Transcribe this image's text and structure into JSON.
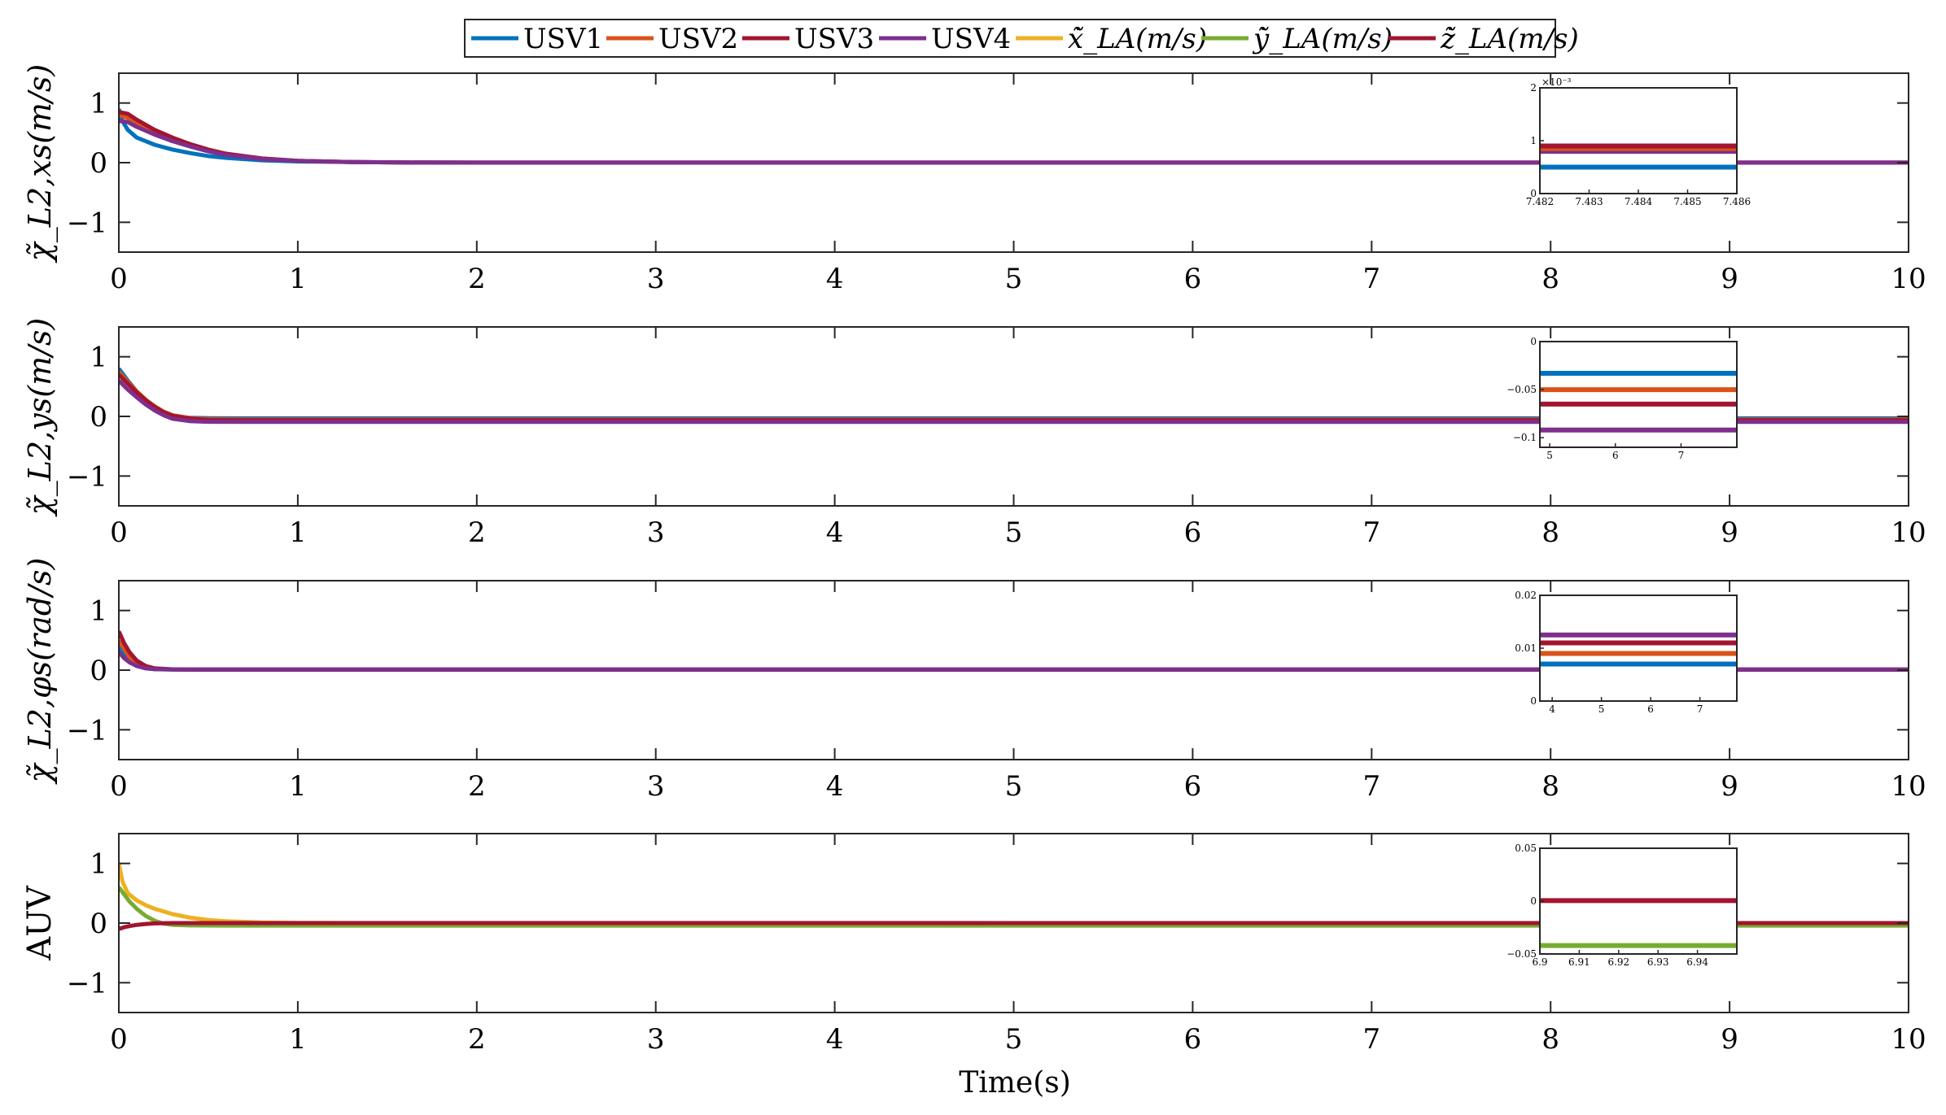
{
  "chart_data": {
    "type": "line",
    "xlabel": "Time(s)",
    "xlim": [
      0,
      10
    ],
    "xticks": [
      "0",
      "1",
      "2",
      "3",
      "4",
      "5",
      "6",
      "7",
      "8",
      "9",
      "10"
    ],
    "legend": {
      "placement": "top-center",
      "entries": [
        {
          "label": "USV1",
          "color": "#0072BD",
          "math": false
        },
        {
          "label": "USV2",
          "color": "#D95319",
          "math": false
        },
        {
          "label": "USV3",
          "color": "#A2142F",
          "math": false
        },
        {
          "label": "USV4",
          "color": "#7E2F8E",
          "math": false
        },
        {
          "label": "x̃̇_LA(m/s)",
          "color": "#EDB120",
          "math": true
        },
        {
          "label": "ỹ̇_LA(m/s)",
          "color": "#77AC30",
          "math": true
        },
        {
          "label": "z̃̇_LA(m/s)",
          "color": "#A2142F",
          "math": true
        }
      ]
    },
    "panels": [
      {
        "ylabel": "χ̃_L2,xs(m/s)",
        "ylim": [
          -1.5,
          1.5
        ],
        "yticks": [
          "1",
          "0",
          "−1"
        ],
        "ytick_values": [
          1,
          0,
          -1
        ],
        "series": [
          {
            "name": "USV1",
            "color": "#0072BD",
            "x": [
              0,
              0.02,
              0.05,
              0.1,
              0.15,
              0.2,
              0.3,
              0.4,
              0.5,
              0.6,
              0.8,
              1.0,
              1.3,
              1.6,
              2.0,
              10
            ],
            "y": [
              0.9,
              0.7,
              0.55,
              0.42,
              0.36,
              0.3,
              0.22,
              0.16,
              0.11,
              0.08,
              0.04,
              0.02,
              0.01,
              0.003,
              0.0005,
              0.0005
            ]
          },
          {
            "name": "USV2",
            "color": "#D95319",
            "x": [
              0,
              0.05,
              0.1,
              0.2,
              0.3,
              0.4,
              0.5,
              0.6,
              0.8,
              1.0,
              1.3,
              1.6,
              2.0,
              10
            ],
            "y": [
              0.8,
              0.75,
              0.65,
              0.5,
              0.38,
              0.28,
              0.2,
              0.14,
              0.07,
              0.03,
              0.01,
              0.003,
              0.0009,
              0.0009
            ]
          },
          {
            "name": "USV3",
            "color": "#A2142F",
            "x": [
              0,
              0.05,
              0.1,
              0.2,
              0.3,
              0.4,
              0.5,
              0.6,
              0.8,
              1.0,
              1.3,
              1.6,
              2.0,
              10
            ],
            "y": [
              0.85,
              0.82,
              0.72,
              0.55,
              0.42,
              0.31,
              0.22,
              0.15,
              0.07,
              0.03,
              0.01,
              0.003,
              0.0009,
              0.0009
            ]
          },
          {
            "name": "USV4",
            "color": "#7E2F8E",
            "x": [
              0,
              0.05,
              0.1,
              0.2,
              0.3,
              0.4,
              0.5,
              0.6,
              0.8,
              1.0,
              1.3,
              1.6,
              2.0,
              10
            ],
            "y": [
              0.7,
              0.68,
              0.6,
              0.47,
              0.36,
              0.27,
              0.19,
              0.13,
              0.06,
              0.03,
              0.01,
              0.003,
              0.0008,
              0.0008
            ]
          }
        ],
        "inset": {
          "xlim": [
            7.482,
            7.486
          ],
          "ylim": [
            0,
            2
          ],
          "xticks": [
            "7.482",
            "7.483",
            "7.484",
            "7.485",
            "7.486"
          ],
          "yticks": [
            "2",
            "1",
            "0"
          ],
          "ytick_values": [
            2,
            1,
            0
          ],
          "exponent": "×10⁻³",
          "lines": [
            {
              "color": "#0072BD",
              "y": 0.5
            },
            {
              "color": "#7E2F8E",
              "y": 0.8
            },
            {
              "color": "#D95319",
              "y": 0.85
            },
            {
              "color": "#A2142F",
              "y": 0.9
            }
          ]
        }
      },
      {
        "ylabel": "χ̃_L2,ys(m/s)",
        "ylim": [
          -1.5,
          1.5
        ],
        "yticks": [
          "1",
          "0",
          "−1"
        ],
        "ytick_values": [
          1,
          0,
          -1
        ],
        "series": [
          {
            "name": "USV1",
            "color": "#0072BD",
            "x": [
              0,
              0.05,
              0.1,
              0.15,
              0.2,
              0.25,
              0.3,
              0.4,
              0.5,
              0.7,
              10
            ],
            "y": [
              0.8,
              0.6,
              0.42,
              0.28,
              0.16,
              0.07,
              0.01,
              -0.025,
              -0.03,
              -0.033,
              -0.033
            ]
          },
          {
            "name": "USV2",
            "color": "#D95319",
            "x": [
              0,
              0.05,
              0.1,
              0.15,
              0.2,
              0.25,
              0.3,
              0.4,
              0.5,
              0.7,
              10
            ],
            "y": [
              0.75,
              0.58,
              0.42,
              0.28,
              0.17,
              0.08,
              0.02,
              -0.03,
              -0.045,
              -0.05,
              -0.05
            ]
          },
          {
            "name": "USV3",
            "color": "#A2142F",
            "x": [
              0,
              0.05,
              0.1,
              0.15,
              0.2,
              0.25,
              0.3,
              0.4,
              0.5,
              0.7,
              10
            ],
            "y": [
              0.7,
              0.55,
              0.4,
              0.27,
              0.16,
              0.07,
              0.01,
              -0.04,
              -0.06,
              -0.065,
              -0.065
            ]
          },
          {
            "name": "USV4",
            "color": "#7E2F8E",
            "x": [
              0,
              0.05,
              0.1,
              0.15,
              0.2,
              0.25,
              0.3,
              0.4,
              0.5,
              0.7,
              10
            ],
            "y": [
              0.6,
              0.45,
              0.32,
              0.2,
              0.1,
              0.02,
              -0.04,
              -0.08,
              -0.09,
              -0.092,
              -0.092
            ]
          }
        ],
        "inset": {
          "xlim": [
            4.85,
            7.85
          ],
          "ylim": [
            -0.11,
            0
          ],
          "xticks": [
            "5",
            "6",
            "7"
          ],
          "xtick_values": [
            5,
            6,
            7
          ],
          "yticks": [
            "0",
            "−0.05",
            "−0.1"
          ],
          "ytick_values": [
            0,
            -0.05,
            -0.1
          ],
          "lines": [
            {
              "color": "#0072BD",
              "y": -0.033
            },
            {
              "color": "#D95319",
              "y": -0.05
            },
            {
              "color": "#A2142F",
              "y": -0.065
            },
            {
              "color": "#7E2F8E",
              "y": -0.092
            }
          ]
        }
      },
      {
        "ylabel": "χ̃_L2,φs(rad/s)",
        "ylim": [
          -1.5,
          1.5
        ],
        "yticks": [
          "1",
          "0",
          "−1"
        ],
        "ytick_values": [
          1,
          0,
          -1
        ],
        "series": [
          {
            "name": "USV1",
            "color": "#0072BD",
            "x": [
              0,
              0.03,
              0.06,
              0.1,
              0.15,
              0.2,
              0.3,
              0.4,
              10
            ],
            "y": [
              0.4,
              0.25,
              0.15,
              0.08,
              0.03,
              0.015,
              0.008,
              0.007,
              0.007
            ]
          },
          {
            "name": "USV2",
            "color": "#D95319",
            "x": [
              0,
              0.03,
              0.06,
              0.1,
              0.15,
              0.2,
              0.3,
              0.4,
              10
            ],
            "y": [
              0.5,
              0.35,
              0.22,
              0.12,
              0.05,
              0.02,
              0.01,
              0.009,
              0.009
            ]
          },
          {
            "name": "USV3",
            "color": "#A2142F",
            "x": [
              0,
              0.03,
              0.06,
              0.1,
              0.15,
              0.2,
              0.3,
              0.4,
              10
            ],
            "y": [
              0.65,
              0.45,
              0.3,
              0.16,
              0.07,
              0.03,
              0.013,
              0.011,
              0.011
            ]
          },
          {
            "name": "USV4",
            "color": "#7E2F8E",
            "x": [
              0,
              0.03,
              0.06,
              0.1,
              0.15,
              0.2,
              0.3,
              0.4,
              10
            ],
            "y": [
              0.3,
              0.2,
              0.13,
              0.07,
              0.03,
              0.016,
              0.013,
              0.0125,
              0.0125
            ]
          }
        ],
        "inset": {
          "xlim": [
            3.75,
            7.75
          ],
          "ylim": [
            0,
            0.02
          ],
          "xticks": [
            "4",
            "5",
            "6",
            "7"
          ],
          "xtick_values": [
            4,
            5,
            6,
            7
          ],
          "yticks": [
            "0.02",
            "0.01",
            "0"
          ],
          "ytick_values": [
            0.02,
            0.01,
            0
          ],
          "lines": [
            {
              "color": "#0072BD",
              "y": 0.007
            },
            {
              "color": "#D95319",
              "y": 0.009
            },
            {
              "color": "#A2142F",
              "y": 0.011
            },
            {
              "color": "#7E2F8E",
              "y": 0.0125
            }
          ]
        }
      },
      {
        "ylabel": "AUV",
        "ylim": [
          -1.5,
          1.5
        ],
        "yticks": [
          "1",
          "0",
          "−1"
        ],
        "ytick_values": [
          1,
          0,
          -1
        ],
        "series": [
          {
            "name": "x̃̇_LA(m/s)",
            "color": "#EDB120",
            "x": [
              0,
              0.02,
              0.05,
              0.1,
              0.15,
              0.2,
              0.3,
              0.4,
              0.5,
              0.6,
              0.8,
              1.0,
              1.3,
              10
            ],
            "y": [
              1.0,
              0.7,
              0.5,
              0.38,
              0.3,
              0.24,
              0.15,
              0.09,
              0.05,
              0.03,
              0.01,
              0.004,
              0.001,
              0.0005
            ]
          },
          {
            "name": "ỹ̇_LA(m/s)",
            "color": "#77AC30",
            "x": [
              0,
              0.03,
              0.06,
              0.1,
              0.15,
              0.2,
              0.25,
              0.3,
              0.4,
              0.6,
              10
            ],
            "y": [
              0.6,
              0.48,
              0.36,
              0.24,
              0.12,
              0.04,
              -0.01,
              -0.03,
              -0.04,
              -0.042,
              -0.042
            ]
          },
          {
            "name": "z̃̇_LA(m/s)",
            "color": "#A2142F",
            "x": [
              0,
              0.03,
              0.06,
              0.1,
              0.15,
              0.2,
              0.3,
              0.5,
              10
            ],
            "y": [
              -0.1,
              -0.07,
              -0.05,
              -0.03,
              -0.015,
              -0.005,
              0.0,
              0.0005,
              0.0005
            ]
          }
        ],
        "inset": {
          "xlim": [
            6.9,
            6.95
          ],
          "ylim": [
            -0.05,
            0.05
          ],
          "xticks": [
            "6.9",
            "6.91",
            "6.92",
            "6.93",
            "6.94"
          ],
          "xtick_values": [
            6.9,
            6.91,
            6.92,
            6.93,
            6.94
          ],
          "yticks": [
            "0.05",
            "0",
            "−0.05"
          ],
          "ytick_values": [
            0.05,
            0,
            -0.05
          ],
          "lines": [
            {
              "color": "#A2142F",
              "y": 0.0005
            },
            {
              "color": "#77AC30",
              "y": -0.042
            }
          ]
        }
      }
    ]
  }
}
